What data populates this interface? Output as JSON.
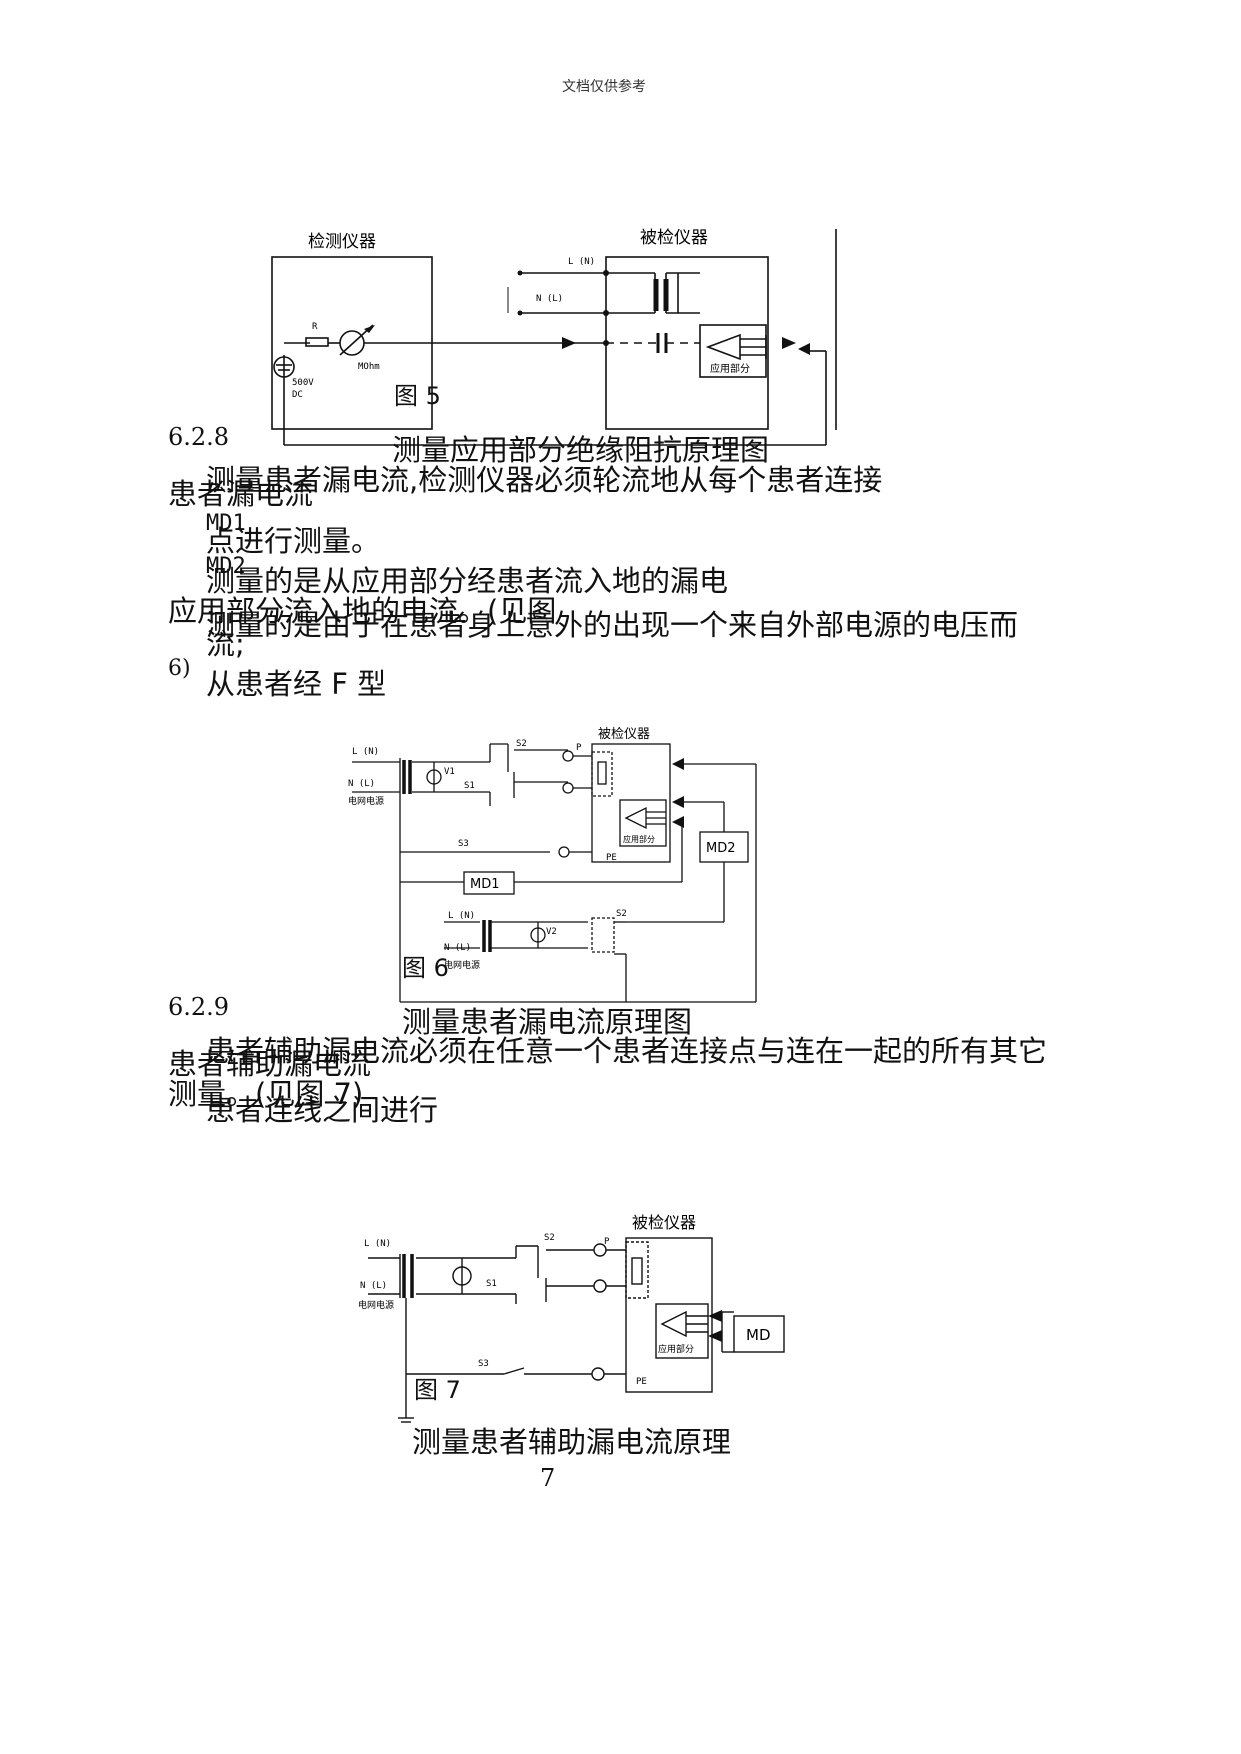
{
  "header": {
    "text": "文档仅供参考"
  },
  "fig5": {
    "left_title": "检测仪器",
    "right_title": "被检仪器",
    "label_L": "L (N)",
    "label_N": "N (L)",
    "label_R": "R",
    "label_ohm": "MOhm",
    "label_500v": "500V",
    "label_dc": "DC",
    "label_app": "应用部分",
    "fig_no": "图  5",
    "caption": "测量应用部分绝缘阻抗原理图"
  },
  "s628": {
    "number": "6.2.8",
    "heading": "患者漏电流",
    "line1": "测量患者漏电流,检测仪器必须轮流地从每个患者连接",
    "md1": "MD1",
    "line2": "点进行测量。",
    "md2": "MD2",
    "line3": "测量的是从应用部分经患者流入地的漏电",
    "line4a": "应用部分流入地的电流。(见图",
    "line4b": "测量的是由于在患者身上意外的出现一个来自外部电源的电压而",
    "line5": "流;",
    "line6a": "6)",
    "line6b": "从患者经 F 型"
  },
  "fig6": {
    "title": "被检仪器",
    "label_L1": "L (N)",
    "label_N1": "N (L)",
    "label_mains1": "电网电源",
    "label_v1": "V1",
    "label_s1": "S1",
    "label_s2": "S2",
    "label_s3": "S3",
    "label_p": "P",
    "label_pe": "PE",
    "md1": "MD1",
    "md2": "MD2",
    "label_app": "应用部分",
    "label_L2": "L (N)",
    "label_N2": "N (L)",
    "label_mains2": "电网电源",
    "label_v2": "V2",
    "label_s2b": "S2",
    "fig_no": "图  6",
    "caption": "测量患者漏电流原理图"
  },
  "s629": {
    "number": "6.2.9",
    "line1": "患者辅助漏电流必须在任意一个患者连接点与连在一起的所有其它",
    "heading": "患者辅助漏电流",
    "line2": "测量。(见图 7)",
    "line3": "患者连线之间进行"
  },
  "fig7": {
    "title": "被检仪器",
    "label_L": "L (N)",
    "label_N": "N (L)",
    "label_mains": "电网电源",
    "label_s1": "S1",
    "label_s2": "S2",
    "label_s3": "S3",
    "label_p": "P",
    "label_pe": "PE",
    "label_app": "应用部分",
    "md": "MD",
    "fig_no": "图  7",
    "caption": "测量患者辅助漏电流原理"
  },
  "footer": {
    "page_number": "7"
  }
}
